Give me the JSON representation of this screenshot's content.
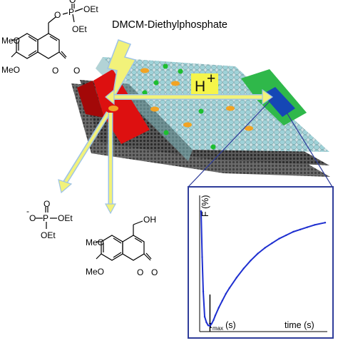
{
  "title": "DMCM-Diethylphosphate",
  "proton_label": "H",
  "proton_charge": "+",
  "structures": {
    "top": {
      "ether": "O",
      "phosphorus": "P",
      "p_oxo": "O",
      "ester1": "OEt",
      "ester2": "OEt",
      "methoxy1": "MeO",
      "methoxy2": "MeO",
      "ring_o": "O",
      "carbonyl_o": "O"
    },
    "phosphate": {
      "anion_o": "O",
      "charge": "-",
      "phosphorus": "P",
      "p_oxo": "O",
      "ester1": "OEt",
      "ester2": "OEt"
    },
    "alcohol": {
      "hydroxyl": "OH",
      "methoxy1": "MeO",
      "methoxy2": "MeO",
      "ring_o": "O",
      "carbonyl_o": "O"
    }
  },
  "colors": {
    "membrane_head": "#9fd2d8",
    "membrane_dark": "#3e3e3e",
    "red_zone": "#dd1010",
    "green_zone": "#2fb84a",
    "blue_zone": "#1547b5",
    "orange_dots": "#f2a324",
    "green_dots": "#1dbf2f",
    "arrow_fill": "#f2f27a",
    "arrow_edge": "#9ec3e6",
    "curve": "#1e2fd0",
    "inset_frame": "#2f3d9a"
  },
  "chart_data": {
    "type": "line",
    "title": "",
    "xlabel": "time (s)",
    "ylabel": "F (%)",
    "marker_label": "τ",
    "marker_sub": "max",
    "marker_unit": "(s)",
    "x": [
      0,
      0.3,
      0.6,
      1,
      1.5,
      2,
      2.5,
      3,
      3.5,
      4,
      5,
      6,
      7,
      8,
      10,
      12,
      14,
      16,
      18,
      20,
      22,
      24,
      26,
      28,
      30,
      32,
      35
    ],
    "series": [
      {
        "values": [
          100,
          60,
          30,
          8,
          3,
          0.5,
          0,
          2,
          5,
          9,
          16,
          22,
          28,
          33,
          42,
          50,
          57,
          63,
          68,
          72,
          76,
          79,
          82,
          84,
          86,
          88,
          90
        ]
      }
    ],
    "xlim": [
      0,
      35
    ],
    "ylim": [
      -5,
      110
    ],
    "tau_max_x": 2.5
  }
}
